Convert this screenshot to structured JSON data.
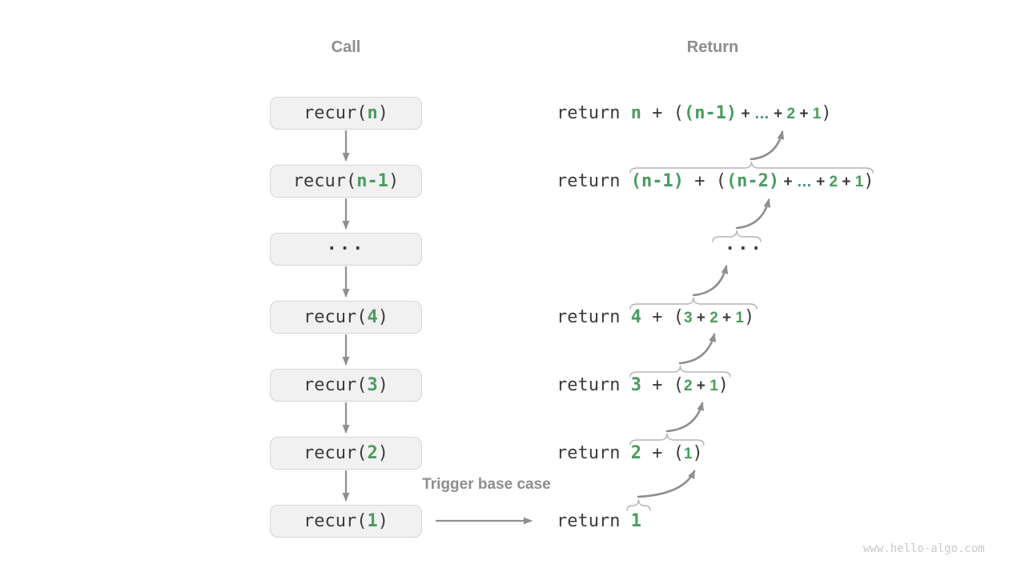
{
  "headers": {
    "call": "Call",
    "return": "Return"
  },
  "labels": {
    "trigger": "Trigger base case",
    "watermark": "www.hello-algo.com"
  },
  "colors": {
    "green": "#4a9b5e",
    "teal_ellipsis": "#2f8b8b",
    "dark_text": "#3b3b3b",
    "gray_label": "#8d8d8d",
    "box_bg": "#f1f1f1",
    "box_border": "#d4d4d4",
    "arrow": "#8f8f8f",
    "brace": "#b3b3b3",
    "watermark": "#c9c9c9"
  },
  "call_stack": [
    {
      "name": "recur-n",
      "tokens": [
        [
          "recur(",
          "m"
        ],
        [
          "n",
          "mg"
        ],
        [
          ")",
          "m"
        ]
      ]
    },
    {
      "name": "recur-n-1",
      "tokens": [
        [
          "recur(",
          "m"
        ],
        [
          "n-1",
          "mg"
        ],
        [
          ")",
          "m"
        ]
      ]
    },
    {
      "name": "ellipsis",
      "tokens": [
        [
          "···",
          "me"
        ]
      ]
    },
    {
      "name": "recur-4",
      "tokens": [
        [
          "recur(",
          "m"
        ],
        [
          "4",
          "mg"
        ],
        [
          ")",
          "m"
        ]
      ]
    },
    {
      "name": "recur-3",
      "tokens": [
        [
          "recur(",
          "m"
        ],
        [
          "3",
          "mg"
        ],
        [
          ")",
          "m"
        ]
      ]
    },
    {
      "name": "recur-2",
      "tokens": [
        [
          "recur(",
          "m"
        ],
        [
          "2",
          "mg"
        ],
        [
          ")",
          "m"
        ]
      ]
    },
    {
      "name": "recur-1",
      "tokens": [
        [
          "recur(",
          "m"
        ],
        [
          "1",
          "mg"
        ],
        [
          ")",
          "m"
        ]
      ]
    }
  ],
  "returns": [
    {
      "name": "return-n",
      "tokens": [
        [
          "return ",
          "m"
        ],
        [
          "n",
          "mg"
        ],
        [
          " + (",
          "m"
        ],
        [
          "(n-1)",
          "mg"
        ],
        [
          " + ",
          "a"
        ],
        [
          "…",
          "at"
        ],
        [
          " + ",
          "a"
        ],
        [
          "2",
          "ag"
        ],
        [
          " + ",
          "a"
        ],
        [
          "1",
          "ag"
        ],
        [
          ")",
          "m"
        ]
      ]
    },
    {
      "name": "return-n-1",
      "tokens": [
        [
          "return ",
          "m"
        ],
        [
          "(n-1)",
          "mg"
        ],
        [
          " + (",
          "m"
        ],
        [
          "(n-2)",
          "mg"
        ],
        [
          " + ",
          "a"
        ],
        [
          "…",
          "at"
        ],
        [
          " + ",
          "a"
        ],
        [
          "2",
          "ag"
        ],
        [
          " + ",
          "a"
        ],
        [
          "1",
          "ag"
        ],
        [
          ")",
          "m"
        ]
      ]
    },
    {
      "name": "return-ellipsis",
      "tokens": [
        [
          "···",
          "me"
        ]
      ]
    },
    {
      "name": "return-4",
      "tokens": [
        [
          "return ",
          "m"
        ],
        [
          "4",
          "mg"
        ],
        [
          " + (",
          "m"
        ],
        [
          "3",
          "ag"
        ],
        [
          " + ",
          "a"
        ],
        [
          "2",
          "ag"
        ],
        [
          " + ",
          "a"
        ],
        [
          "1",
          "ag"
        ],
        [
          ")",
          "m"
        ]
      ]
    },
    {
      "name": "return-3",
      "tokens": [
        [
          "return ",
          "m"
        ],
        [
          "3",
          "mg"
        ],
        [
          " + (",
          "m"
        ],
        [
          "2",
          "ag"
        ],
        [
          " + ",
          "a"
        ],
        [
          "1",
          "ag"
        ],
        [
          ")",
          "m"
        ]
      ]
    },
    {
      "name": "return-2",
      "tokens": [
        [
          "return ",
          "m"
        ],
        [
          "2",
          "mg"
        ],
        [
          " + (",
          "m"
        ],
        [
          "1",
          "ag"
        ],
        [
          ")",
          "m"
        ]
      ]
    },
    {
      "name": "return-1",
      "tokens": [
        [
          "return ",
          "m"
        ],
        [
          "1",
          "mg"
        ]
      ]
    }
  ]
}
